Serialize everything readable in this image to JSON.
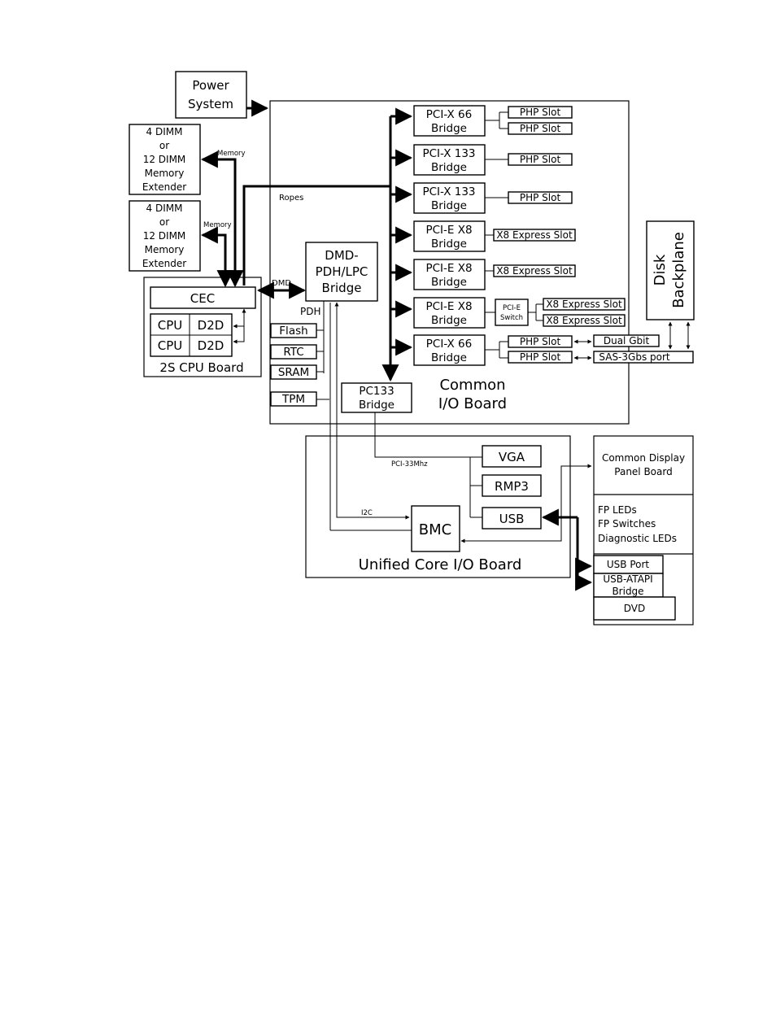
{
  "power": [
    "Power",
    "System"
  ],
  "mem1": [
    "4 DIMM",
    "or",
    "12 DIMM",
    "Memory",
    "Extender"
  ],
  "mem2": [
    "4 DIMM",
    "or",
    "12 DIMM",
    "Memory",
    "Extender"
  ],
  "memory_label": "Memory",
  "ropes_label": "Ropes",
  "dmd_label": "DMD",
  "pdh_label": "PDH",
  "i2c_label": "I2C",
  "pci33_label": "PCI-33Mhz",
  "cec": "CEC",
  "cpu": "CPU",
  "d2d": "D2D",
  "cpu_board": "2S CPU Board",
  "dmd_bridge": [
    "DMD-",
    "PDH/LPC",
    "Bridge"
  ],
  "flash": "Flash",
  "rtc": "RTC",
  "sram": "SRAM",
  "tpm": "TPM",
  "bridges": [
    [
      "PCI-X 66",
      "Bridge"
    ],
    [
      "PCI-X 133",
      "Bridge"
    ],
    [
      "PCI-X 133",
      "Bridge"
    ],
    [
      "PCI-E X8",
      "Bridge"
    ],
    [
      "PCI-E X8",
      "Bridge"
    ],
    [
      "PCI-E X8",
      "Bridge"
    ],
    [
      "PCI-X 66",
      "Bridge"
    ]
  ],
  "php_slot": "PHP Slot",
  "x8_slot": "X8 Express Slot",
  "pcie_switch": [
    "PCI-E",
    "Switch"
  ],
  "dual_gbit": "Dual Gbit",
  "sas": "SAS-3Gbs port",
  "pc133": [
    "PC133",
    "Bridge"
  ],
  "common_io": [
    "Common",
    "I/O Board"
  ],
  "disk": [
    "Disk",
    "Backplane"
  ],
  "vga": "VGA",
  "rmp3": "RMP3",
  "usb": "USB",
  "bmc": "BMC",
  "unified": "Unified Core I/O Board",
  "display": [
    "Common Display",
    "Panel Board"
  ],
  "fp": [
    "FP LEDs",
    "FP Switches",
    "Diagnostic LEDs"
  ],
  "usb_port": "USB Port",
  "usb_atapi": [
    "USB-ATAPI",
    "Bridge"
  ],
  "dvd": "DVD"
}
